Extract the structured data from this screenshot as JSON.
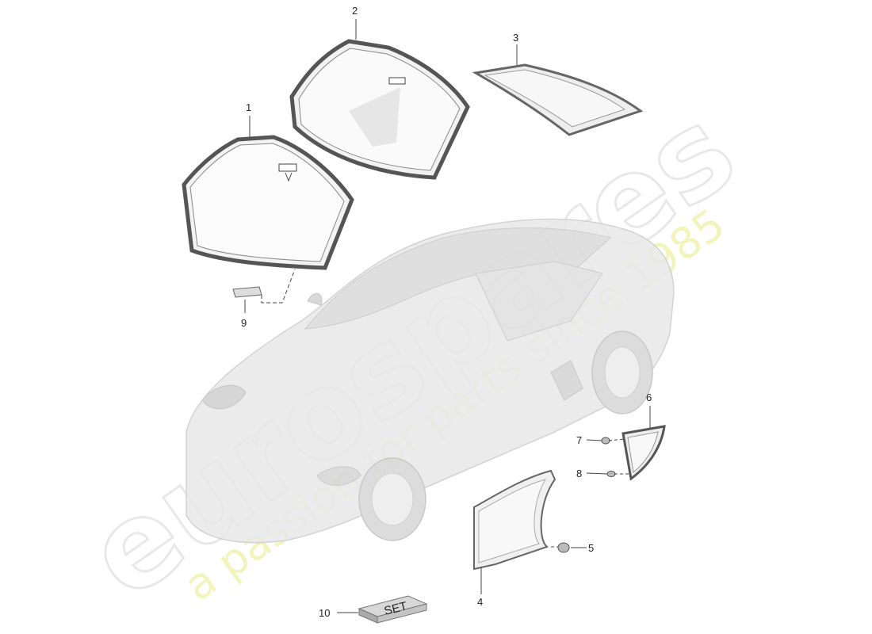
{
  "watermark": {
    "brand": "eurospares",
    "tagline": "a passion for parts since 1985"
  },
  "callouts": {
    "c1": "1",
    "c2": "2",
    "c3": "3",
    "c4": "4",
    "c5": "5",
    "c6": "6",
    "c7": "7",
    "c8": "8",
    "c9": "9",
    "c10": "10"
  },
  "set_box_label": "SET"
}
